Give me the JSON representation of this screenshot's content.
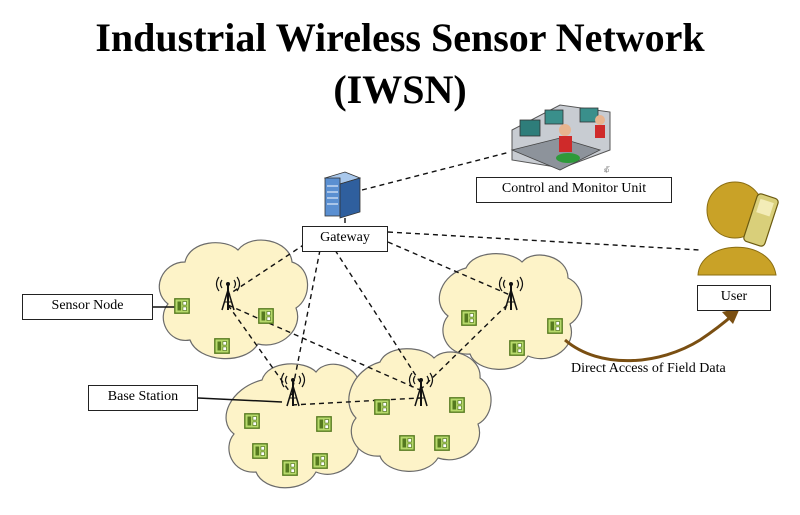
{
  "title": {
    "line1": "Industrial Wireless Sensor Network",
    "line2": "(IWSN)"
  },
  "labels": {
    "control_unit": "Control and Monitor Unit",
    "gateway": "Gateway",
    "user": "User",
    "sensor_node": "Sensor  Node",
    "base_station": "Base Station",
    "direct_access": "Direct Access of Field Data"
  },
  "colors": {
    "cloud_fill": "#fdf3c8",
    "cloud_stroke": "#6b6b6b",
    "sensor_fill": "#b7d96b",
    "sensor_stroke": "#557a1f",
    "arrow": "#7a4f12",
    "user_gold": "#c9a227"
  },
  "icons": {
    "gateway": "server-icon",
    "control_unit": "control-room-icon",
    "user": "user-phone-icon",
    "base_station": "antenna-icon",
    "sensor": "sensor-node-icon"
  }
}
